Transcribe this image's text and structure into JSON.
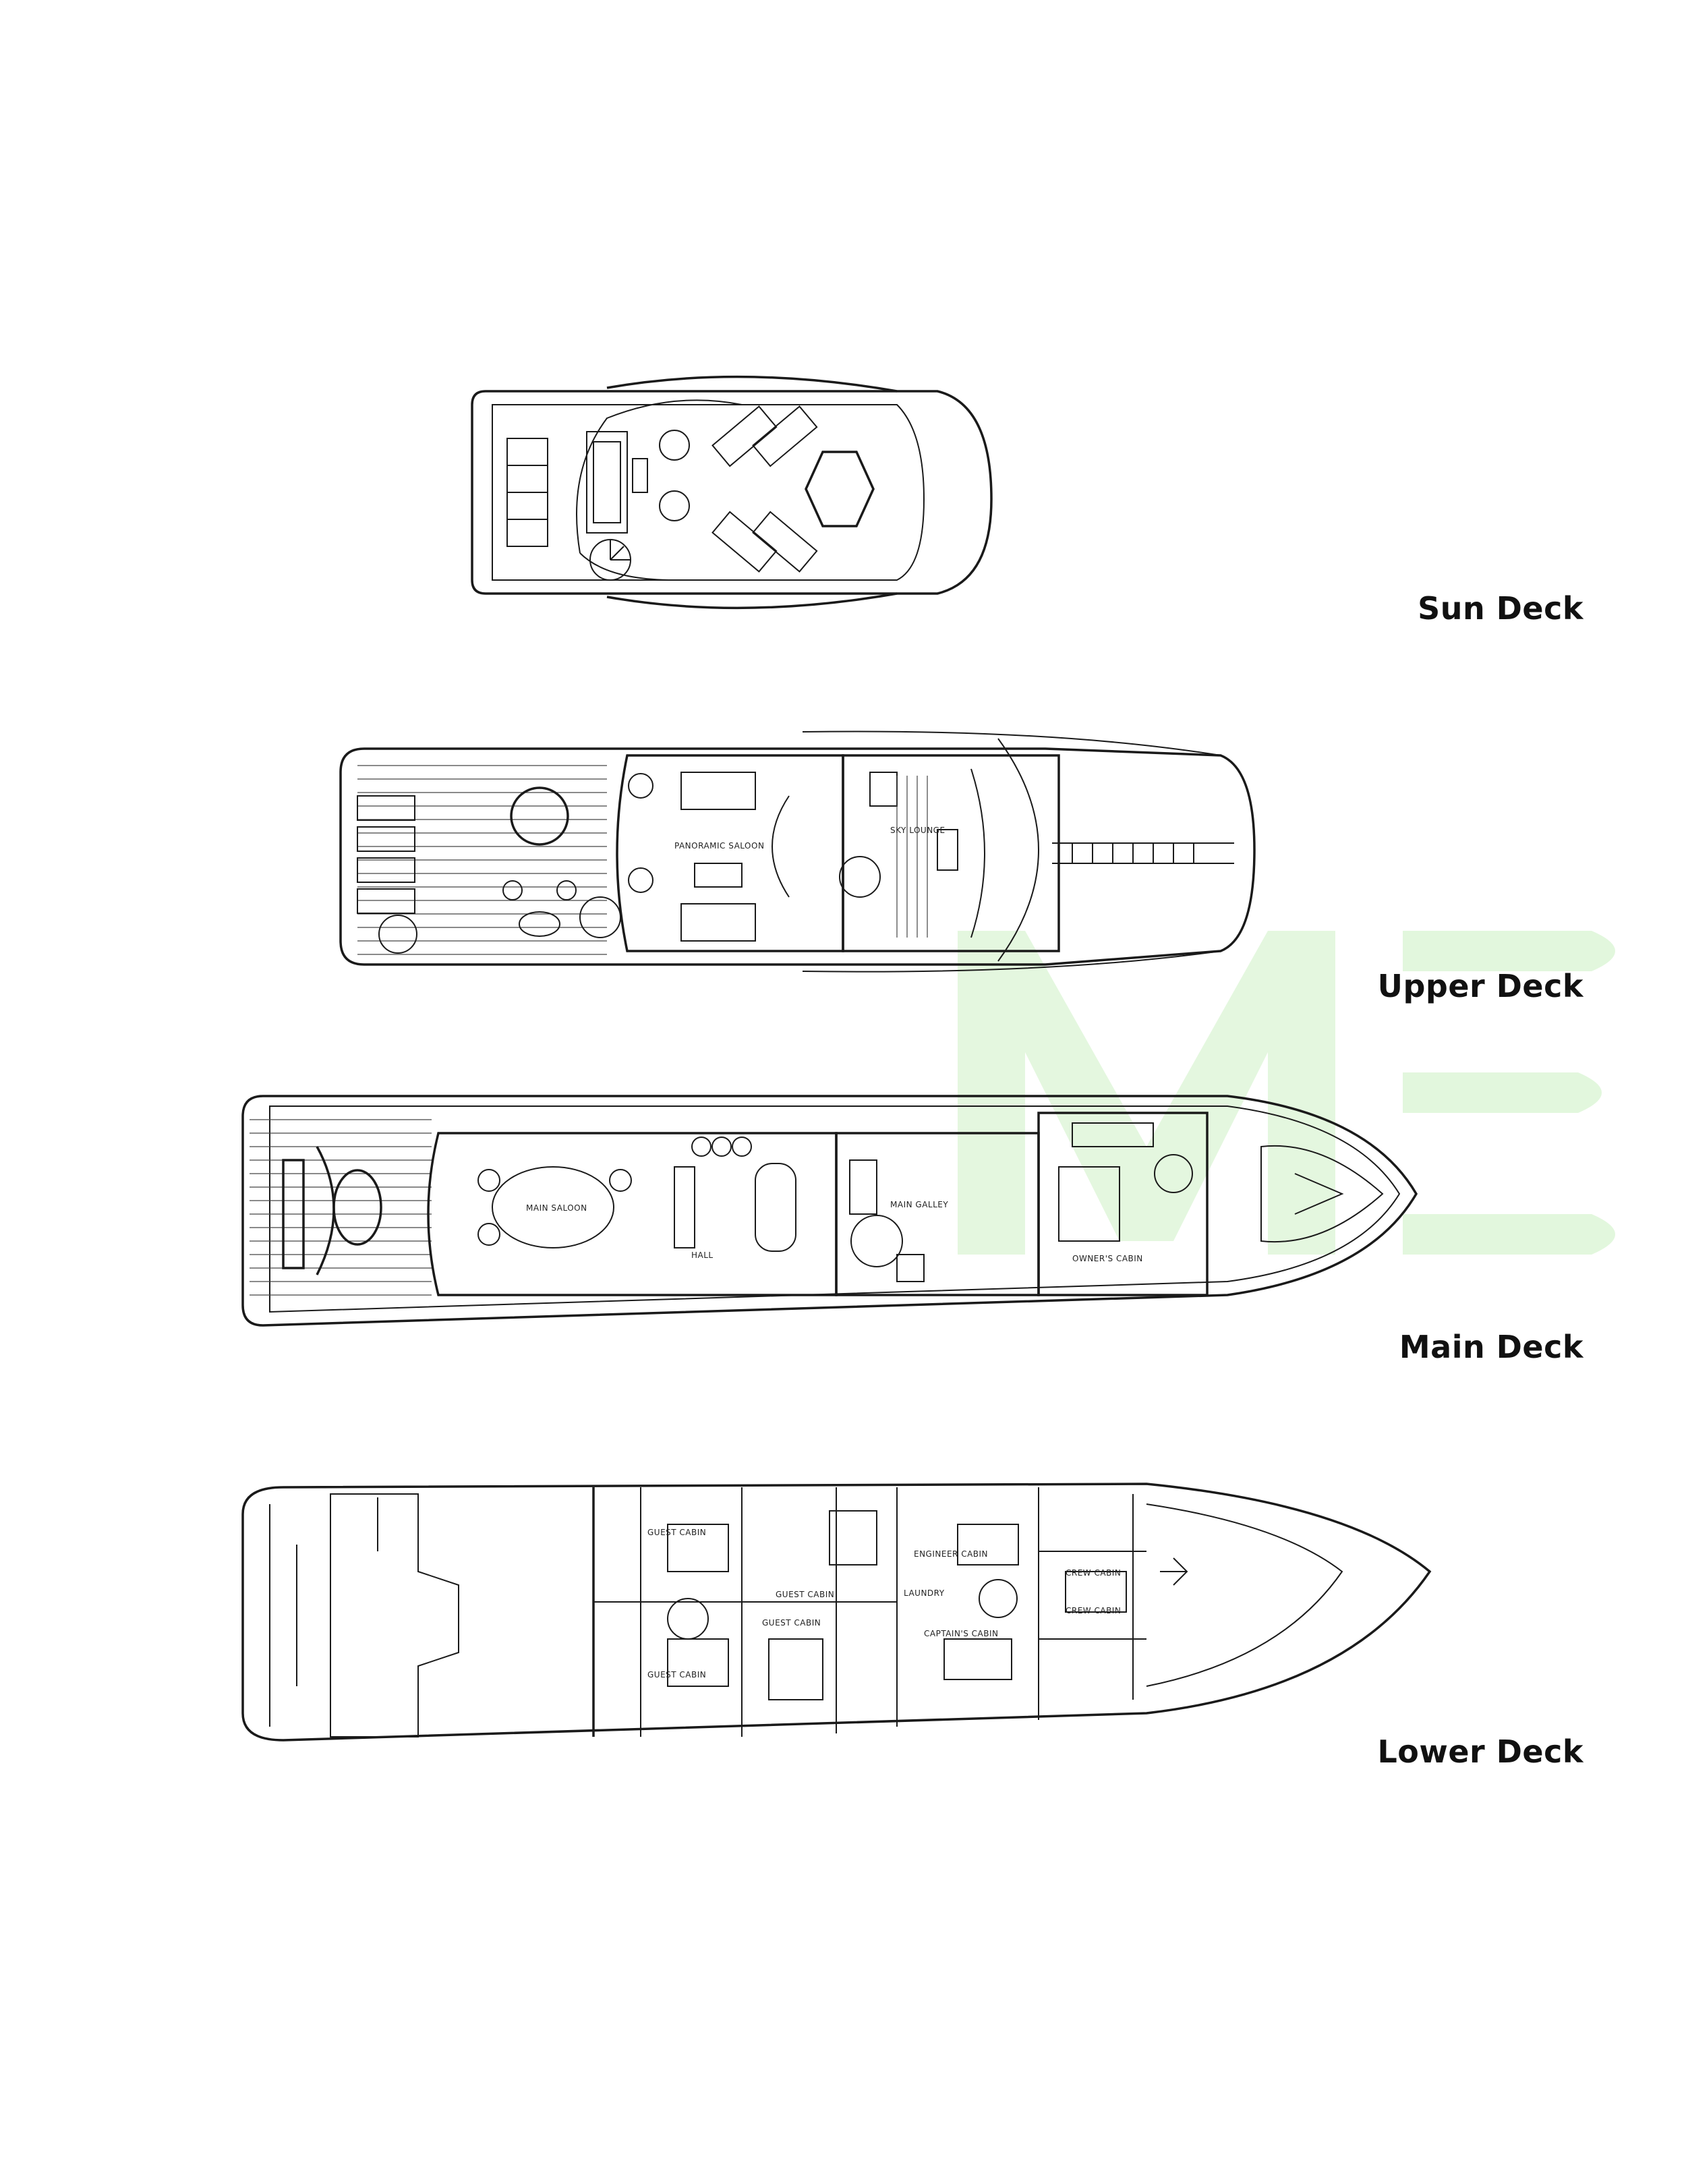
{
  "decks": [
    {
      "name": "Sun Deck",
      "rooms": []
    },
    {
      "name": "Upper Deck",
      "rooms": [
        "PANORAMIC SALOON",
        "SKY LOUNGE"
      ]
    },
    {
      "name": "Main Deck",
      "rooms": [
        "MAIN SALOON",
        "HALL",
        "MAIN GALLEY",
        "OWNER'S CABIN"
      ]
    },
    {
      "name": "Lower Deck",
      "rooms": [
        "GUEST CABIN",
        "GUEST CABIN",
        "GUEST CABIN",
        "GUEST CABIN",
        "ENGINEER CABIN",
        "LAUNDRY",
        "CAPTAIN'S CABIN",
        "CREW CABIN",
        "CREW CABIN"
      ]
    }
  ],
  "watermark": {
    "text": "ME",
    "color": "#d9f5d3"
  },
  "colors": {
    "line": "#1a1a1a",
    "label": "#111111",
    "background": "#ffffff"
  }
}
